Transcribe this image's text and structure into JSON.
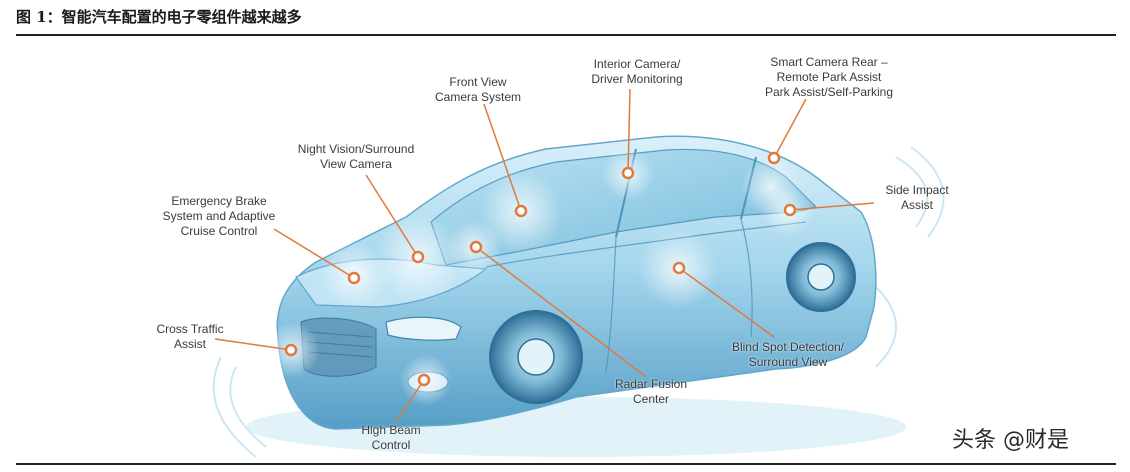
{
  "figure": {
    "title": "图 1：智能汽车配置的电子零组件越来越多",
    "watermark": "头条 @财是",
    "accent_color": "#e07a3c",
    "car_color": "#7fc6e2",
    "labels": {
      "front_view_camera": "Front View\nCamera System",
      "interior_camera": "Interior Camera/\nDriver Monitoring",
      "smart_camera_rear": "Smart Camera Rear –\nRemote Park Assist\nPark Assist/Self-Parking",
      "night_vision": "Night Vision/Surround\nView Camera",
      "side_impact": "Side Impact\nAssist",
      "emergency_brake": "Emergency Brake\nSystem and Adaptive\nCruise Control",
      "cross_traffic": "Cross Traffic\nAssist",
      "blind_spot": "Blind Spot Detection/\nSurround View",
      "radar_fusion": "Radar Fusion\nCenter",
      "high_beam": "High Beam\nControl"
    }
  }
}
